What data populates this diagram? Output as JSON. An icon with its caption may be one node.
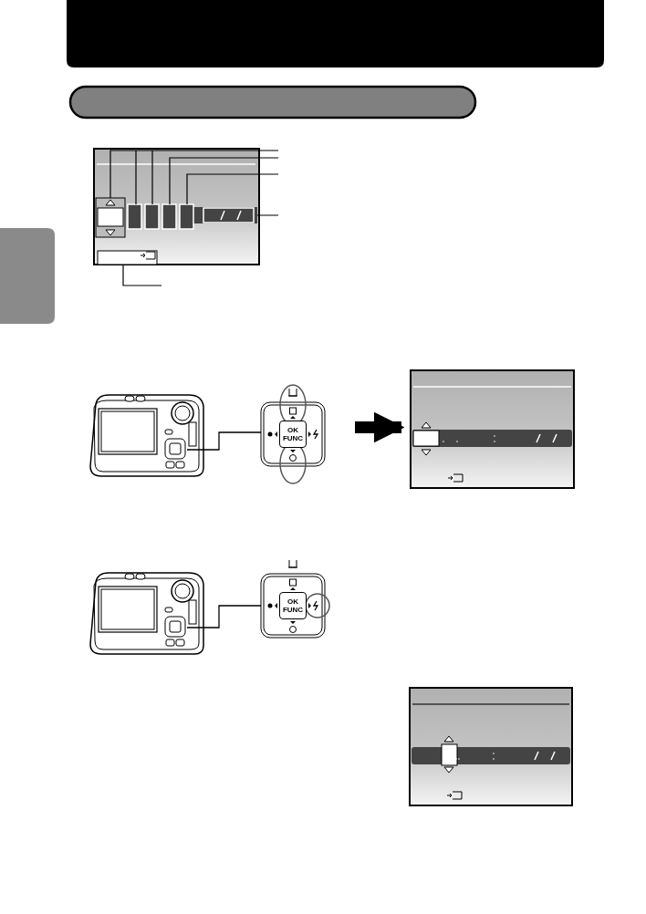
{
  "diagram": {
    "nodes": [
      {
        "text": [],
        "shape": "bar"
      },
      {
        "text": [],
        "shape": "bar"
      },
      {
        "text": [],
        "shape": "bar"
      },
      {
        "text": [],
        "shape": "picture"
      },
      {
        "text": [],
        "shape": "picture"
      },
      {
        "text": [
          "OK FUNC"
        ]
      },
      {
        "text": [],
        "shape": "picture"
      },
      {
        "text": [],
        "shape": "picture"
      },
      {
        "text": [
          "OK FUNC"
        ]
      },
      {
        "text": [],
        "shape": "picture"
      }
    ],
    "edges": [
      {
        "from": 4,
        "to": 5,
        "arrow": "none"
      },
      {
        "from": 5,
        "to": 6,
        "arrow": "to",
        "style": "thick"
      },
      {
        "from": 7,
        "to": 8,
        "arrow": "none"
      }
    ]
  }
}
